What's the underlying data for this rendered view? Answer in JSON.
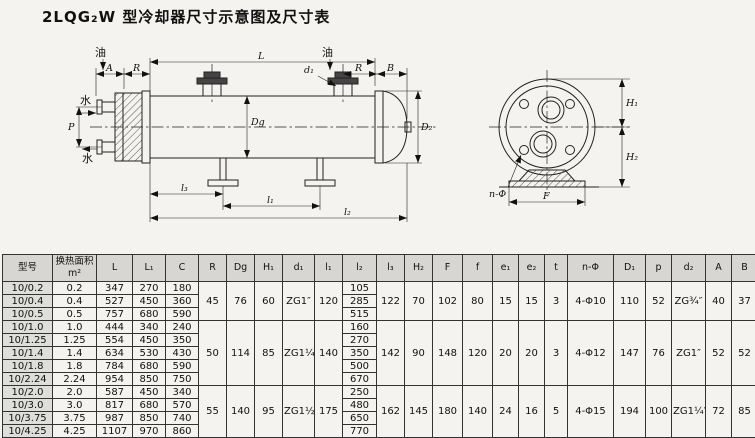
{
  "page": {
    "title": "2LQG₂W 型冷却器尺寸示意图及尺寸表"
  },
  "drawing": {
    "side_view": {
      "oil_left": "油",
      "oil_right": "油",
      "water_top": "水",
      "water_bottom": "水",
      "dim_L": "L",
      "dim_A": "A",
      "dim_R_left": "R",
      "dim_d1": "d₁",
      "dim_R_right": "R",
      "dim_B": "B",
      "dim_P": "P",
      "dim_Dg": "Dg",
      "dim_D2": "D₂",
      "dim_l3": "l₃",
      "dim_l1": "l₁",
      "dim_l2": "l₂"
    },
    "end_view": {
      "dim_H1": "H₁",
      "dim_H2": "H₂",
      "dim_F": "F",
      "dim_n_phi": "n-Φ"
    }
  },
  "table": {
    "headers": [
      "型号",
      "换热面积m²",
      "L",
      "L₁",
      "C",
      "R",
      "Dg",
      "H₁",
      "d₁",
      "l₁",
      "l₂",
      "l₃",
      "H₂",
      "F",
      "f",
      "e₁",
      "e₂",
      "t",
      "n-Φ",
      "D₁",
      "p",
      "d₂",
      "A",
      "B"
    ],
    "rows": [
      {
        "model": "10/0.2",
        "area": "0.2",
        "L": "347",
        "L1": "270",
        "C": "180",
        "l2": "105"
      },
      {
        "model": "10/0.4",
        "area": "0.4",
        "L": "527",
        "L1": "450",
        "C": "360",
        "l2": "285"
      },
      {
        "model": "10/0.5",
        "area": "0.5",
        "L": "757",
        "L1": "680",
        "C": "590",
        "l2": "515"
      },
      {
        "model": "10/1.0",
        "area": "1.0",
        "L": "444",
        "L1": "340",
        "C": "240",
        "l2": "160"
      },
      {
        "model": "10/1.25",
        "area": "1.25",
        "L": "554",
        "L1": "450",
        "C": "350",
        "l2": "270"
      },
      {
        "model": "10/1.4",
        "area": "1.4",
        "L": "634",
        "L1": "530",
        "C": "430",
        "l2": "350"
      },
      {
        "model": "10/1.8",
        "area": "1.8",
        "L": "784",
        "L1": "680",
        "C": "590",
        "l2": "500"
      },
      {
        "model": "10/2.24",
        "area": "2.24",
        "L": "954",
        "L1": "850",
        "C": "750",
        "l2": "670"
      },
      {
        "model": "10/2.0",
        "area": "2.0",
        "L": "587",
        "L1": "450",
        "C": "340",
        "l2": "250"
      },
      {
        "model": "10/3.0",
        "area": "3.0",
        "L": "817",
        "L1": "680",
        "C": "570",
        "l2": "480"
      },
      {
        "model": "10/3.75",
        "area": "3.75",
        "L": "987",
        "L1": "850",
        "C": "740",
        "l2": "650"
      },
      {
        "model": "10/4.25",
        "area": "4.25",
        "L": "1107",
        "L1": "970",
        "C": "860",
        "l2": "770"
      }
    ],
    "groups": [
      {
        "span": 3,
        "R": "45",
        "Dg": "76",
        "H1": "60",
        "d1": "ZG1″",
        "l1": "120",
        "l3": "122",
        "H2": "70",
        "F": "102",
        "f": "80",
        "e1": "15",
        "e2": "15",
        "t": "3",
        "n_phi": "4-Φ10",
        "D1": "110",
        "p": "52",
        "d2": "ZG¾″",
        "A": "40",
        "B": "37"
      },
      {
        "span": 5,
        "R": "50",
        "Dg": "114",
        "H1": "85",
        "d1": "ZG1¼″",
        "l1": "140",
        "l3": "142",
        "H2": "90",
        "F": "148",
        "f": "120",
        "e1": "20",
        "e2": "20",
        "t": "3",
        "n_phi": "4-Φ12",
        "D1": "147",
        "p": "76",
        "d2": "ZG1″",
        "A": "52",
        "B": "52"
      },
      {
        "span": 4,
        "R": "55",
        "Dg": "140",
        "H1": "95",
        "d1": "ZG1½″",
        "l1": "175",
        "l3": "162",
        "H2": "145",
        "F": "180",
        "f": "140",
        "e1": "24",
        "e2": "16",
        "t": "5",
        "n_phi": "4-Φ15",
        "D1": "194",
        "p": "100",
        "d2": "ZG1¼″",
        "A": "72",
        "B": "85"
      }
    ]
  }
}
